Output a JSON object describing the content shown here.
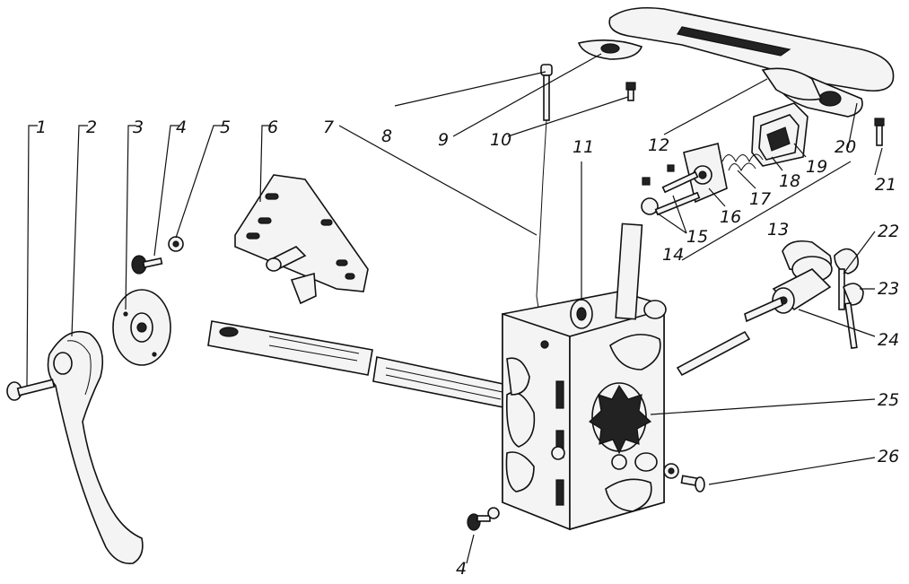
{
  "labels": {
    "n1": "1",
    "n2": "2",
    "n3": "3",
    "n4a": "4",
    "n5": "5",
    "n6": "6",
    "n7": "7",
    "n8": "8",
    "n9": "9",
    "n10": "10",
    "n11": "11",
    "n12": "12",
    "n13": "13",
    "n14": "14",
    "n15": "15",
    "n16": "16",
    "n17": "17",
    "n18": "18",
    "n19": "19",
    "n20": "20",
    "n21": "21",
    "n22": "22",
    "n23": "23",
    "n24": "24",
    "n25": "25",
    "n26": "26",
    "n4b": "4"
  }
}
